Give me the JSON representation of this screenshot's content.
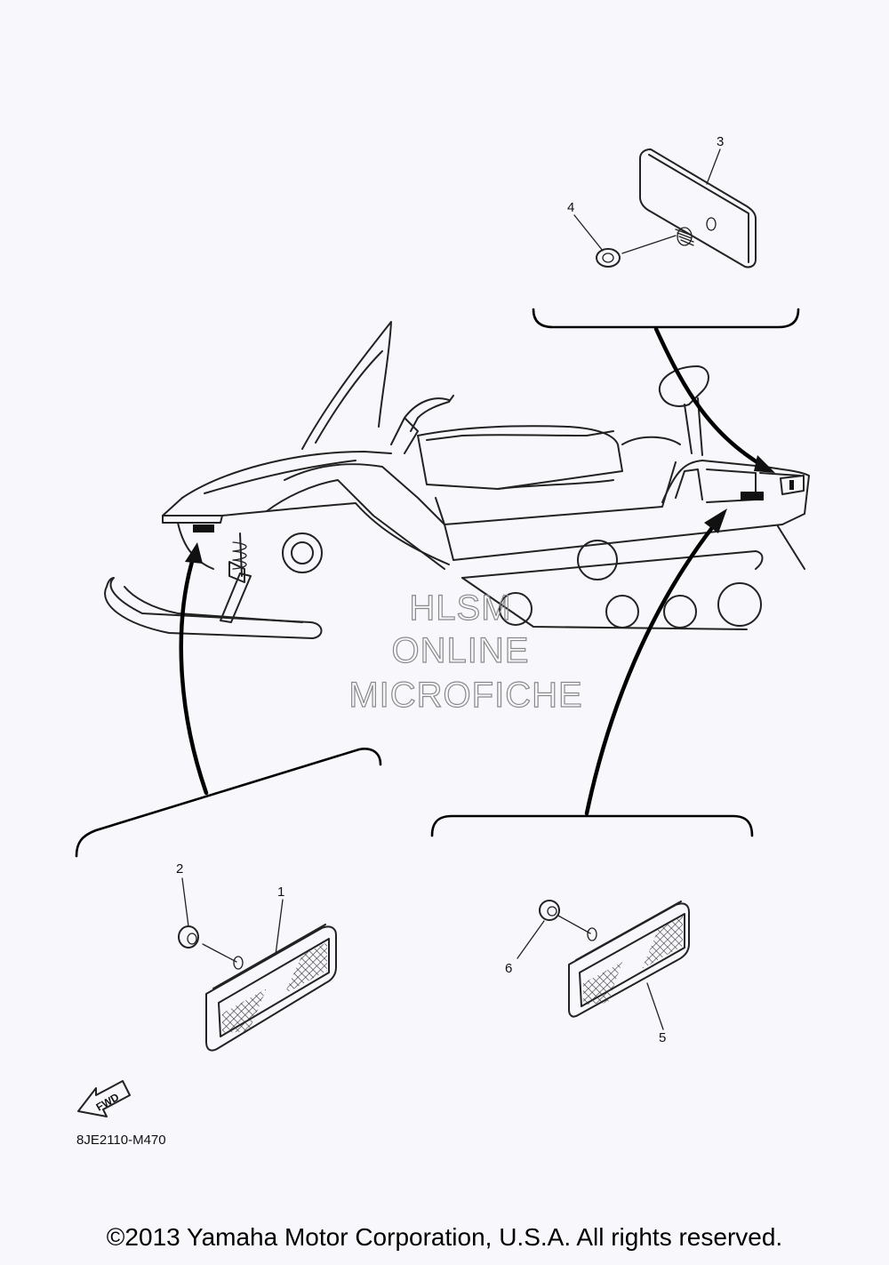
{
  "diagram": {
    "part_labels": [
      "1",
      "2",
      "3",
      "4",
      "5",
      "6"
    ],
    "diagram_code": "8JE2110-M470",
    "fwd_label": "FWD",
    "watermark": [
      "HLSM",
      "ONLINE",
      "MICROFICHE"
    ],
    "icons": [
      "fwd-arrow-icon"
    ]
  },
  "footer": {
    "copyright": "©2013 Yamaha Motor Corporation, U.S.A. All rights reserved."
  }
}
